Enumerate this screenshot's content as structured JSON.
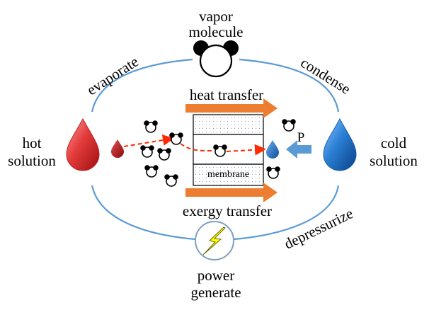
{
  "labels": {
    "vapor": "vapor",
    "molecule": "molecule",
    "evaporate": "evaporate",
    "condense": "condense",
    "hot_line1": "hot",
    "hot_line2": "solution",
    "cold_line1": "cold",
    "cold_line2": "solution",
    "heat_transfer": "heat transfer",
    "exergy_transfer": "exergy transfer",
    "membrane": "membrane",
    "pressure": "P",
    "depressurize": "depressurize",
    "power": "power",
    "generate": "generate"
  },
  "colors": {
    "cycle_line": "#5b9bd5",
    "hot_drop": "#e03030",
    "cold_drop": "#1f6fc0",
    "arrow_fill": "#ed7d31",
    "dashed_arrow": "#ff2a00",
    "pressure_arrow": "#5b9bd5",
    "lightning": "#ffff00"
  },
  "icons": {
    "vapor_molecule": "water-molecule-icon",
    "power": "lightning-bolt-icon"
  }
}
